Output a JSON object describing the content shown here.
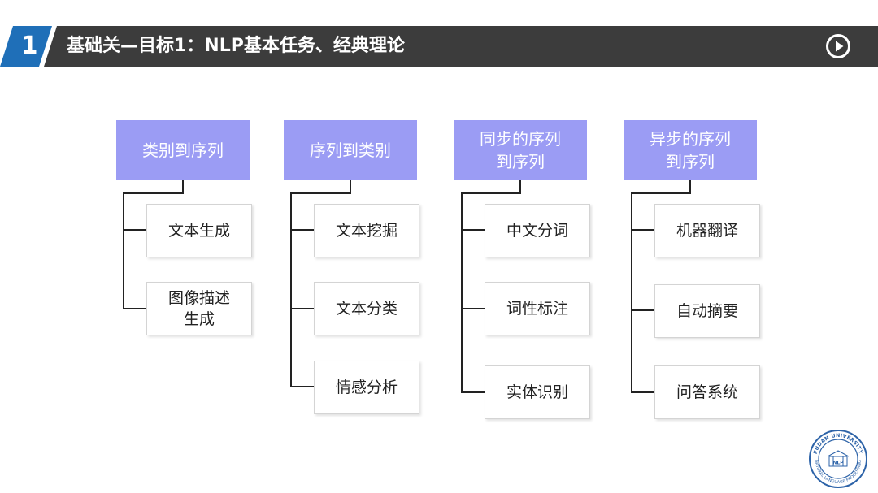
{
  "header": {
    "number": "1",
    "title": "基础关—目标1：NLP基本任务、经典理论",
    "play_icon": "play-circle-icon",
    "colors": {
      "number_bg": "#1f6fb8",
      "title_bg": "#3c3c3c",
      "text": "#ffffff"
    }
  },
  "diagram": {
    "head_color": "#9b9cf4",
    "columns": [
      {
        "header": [
          "类别到序列"
        ],
        "items": [
          [
            "文本生成"
          ],
          [
            "图像描述",
            "生成"
          ]
        ]
      },
      {
        "header": [
          "序列到类别"
        ],
        "items": [
          [
            "文本挖掘"
          ],
          [
            "文本分类"
          ],
          [
            "情感分析"
          ]
        ]
      },
      {
        "header": [
          "同步的序列",
          "到序列"
        ],
        "items": [
          [
            "中文分词"
          ],
          [
            "词性标注"
          ],
          [
            "实体识别"
          ]
        ]
      },
      {
        "header": [
          "异步的序列",
          "到序列"
        ],
        "items": [
          [
            "机器翻译"
          ],
          [
            "自动摘要"
          ],
          [
            "问答系统"
          ]
        ]
      }
    ]
  },
  "logo": {
    "ring_text": "FUDAN UNIVERSITY",
    "center_text": "NLP",
    "bottom_text": "NATURAL LANGUAGE PROCESSING"
  }
}
